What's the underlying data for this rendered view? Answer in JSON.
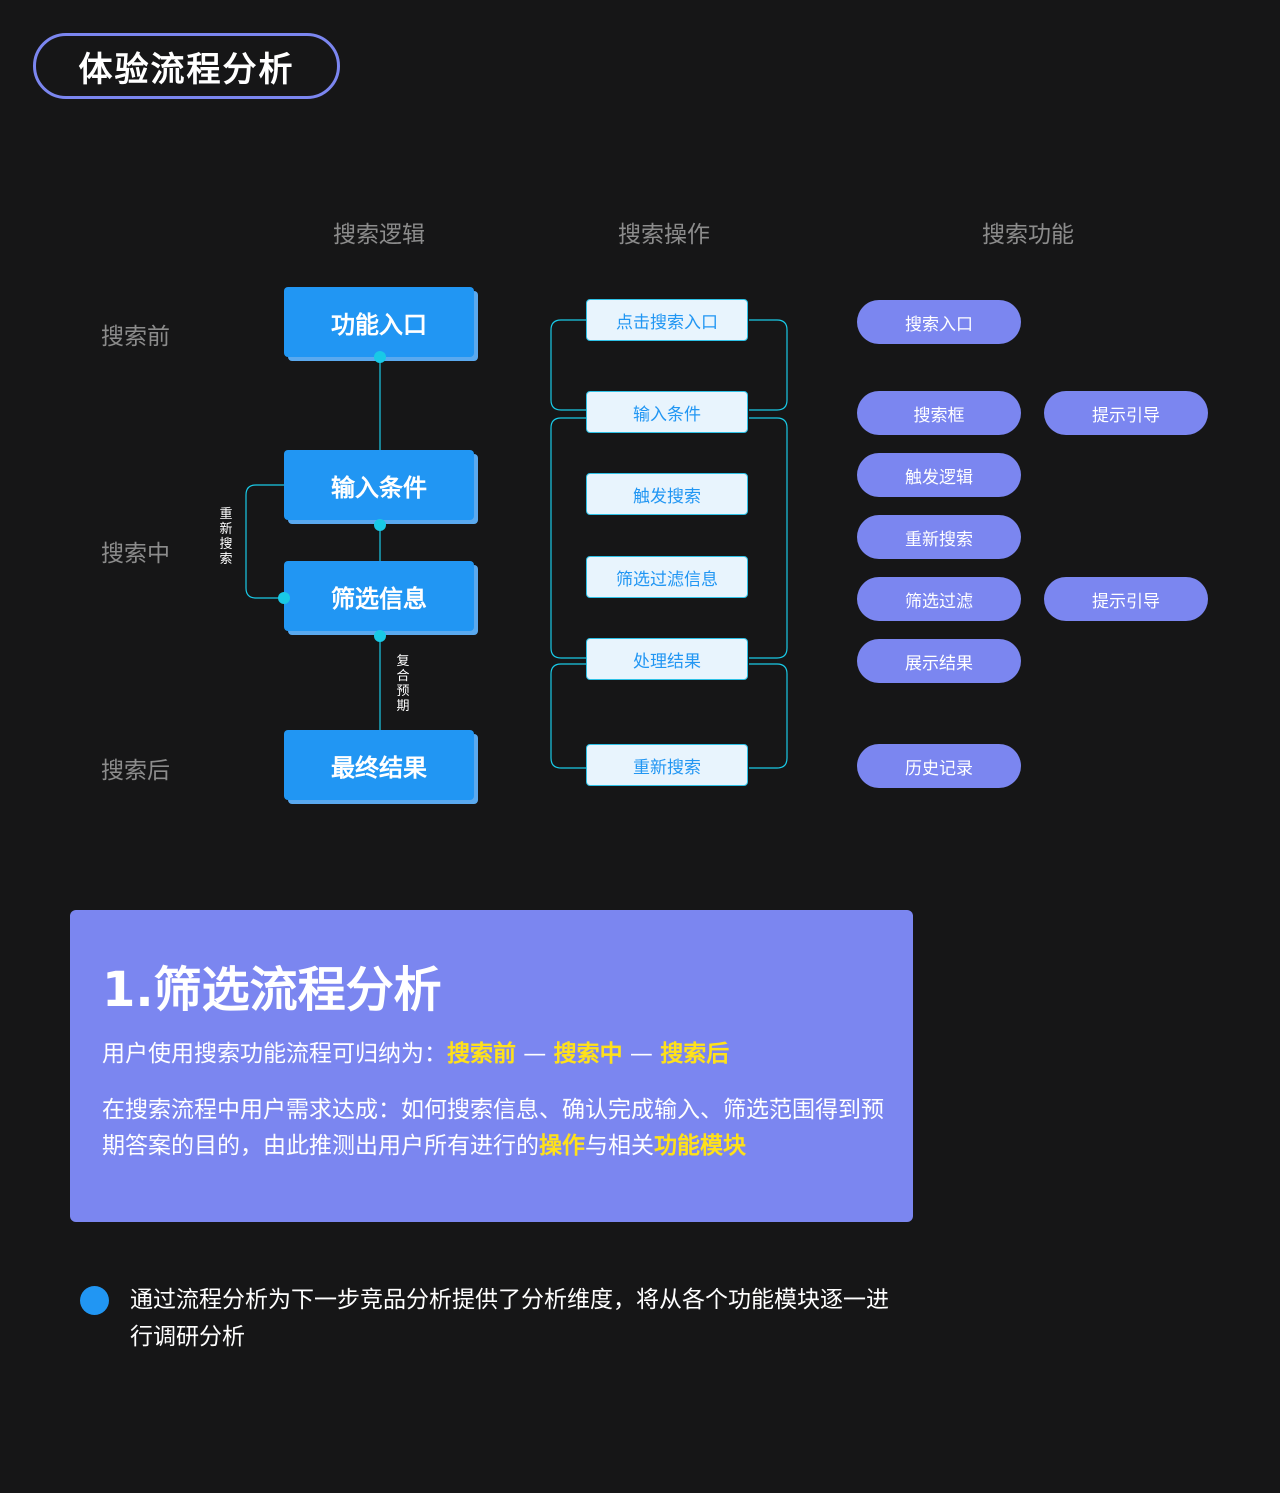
{
  "title": "体验流程分析",
  "columns": {
    "logic": "搜索逻辑",
    "operation": "搜索操作",
    "function": "搜索功能"
  },
  "stages": {
    "before": "搜索前",
    "during": "搜索中",
    "after": "搜索后"
  },
  "flow": {
    "entry": "功能入口",
    "input": "输入条件",
    "filter": "筛选信息",
    "result": "最终结果",
    "loop_label": "重新搜索",
    "compound_label": "复合预期"
  },
  "operations": [
    "点击搜索入口",
    "输入条件",
    "触发搜索",
    "筛选过滤信息",
    "处理结果",
    "重新搜索"
  ],
  "functions": {
    "entry": "搜索入口",
    "searchbox": "搜索框",
    "hint1": "提示引导",
    "trigger": "触发逻辑",
    "research": "重新搜索",
    "filter": "筛选过滤",
    "hint2": "提示引导",
    "display": "展示结果",
    "history": "历史记录"
  },
  "card": {
    "title": "1.筛选流程分析",
    "line1_prefix": "用户使用搜索功能流程可归纳为：",
    "line1_hl1": "搜索前",
    "sep": " — ",
    "line1_hl2": "搜索中",
    "line1_hl3": "搜索后",
    "para2_a": "在搜索流程中用户需求达成：如何搜索信息、确认完成输入、筛选范围得到预期答案的目的，由此推测出用户所有进行的",
    "para2_hl1": "操作",
    "para2_b": "与相关",
    "para2_hl2": "功能模块"
  },
  "bullet": "通过流程分析为下一步竞品分析提供了分析维度，将从各个功能模块逐一进行调研分析",
  "colors": {
    "background": "#161617",
    "accent_purple": "#7b86f0",
    "accent_blue": "#2196f3",
    "connector_cyan": "#19c9e6",
    "highlight_yellow": "#ffe11a"
  }
}
